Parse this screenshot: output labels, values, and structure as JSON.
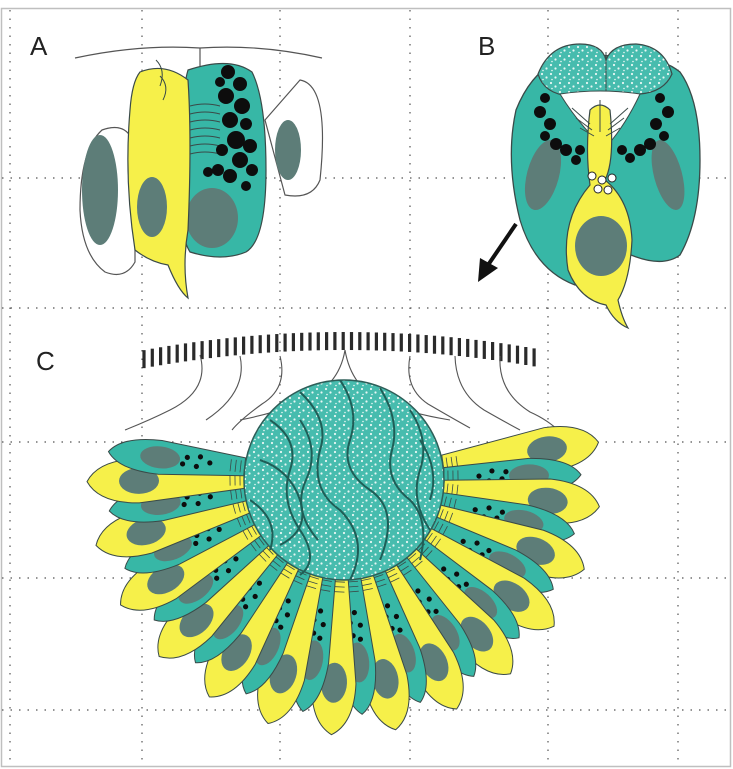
{
  "panels": [
    {
      "label": "A"
    },
    {
      "label": "B"
    },
    {
      "label": "C"
    }
  ],
  "colors": {
    "yellow_cell": "#f6f04a",
    "teal_cell": "#37b7a6",
    "nucleus": "#5d7d78",
    "granule": "#0d0d0d",
    "outline": "#3a4a48",
    "grid_dots": "#555555",
    "border": "#bfbfbf",
    "mucus_fill": "#47bcae"
  },
  "icons": {
    "arrow": "arrow-down-left-icon"
  }
}
